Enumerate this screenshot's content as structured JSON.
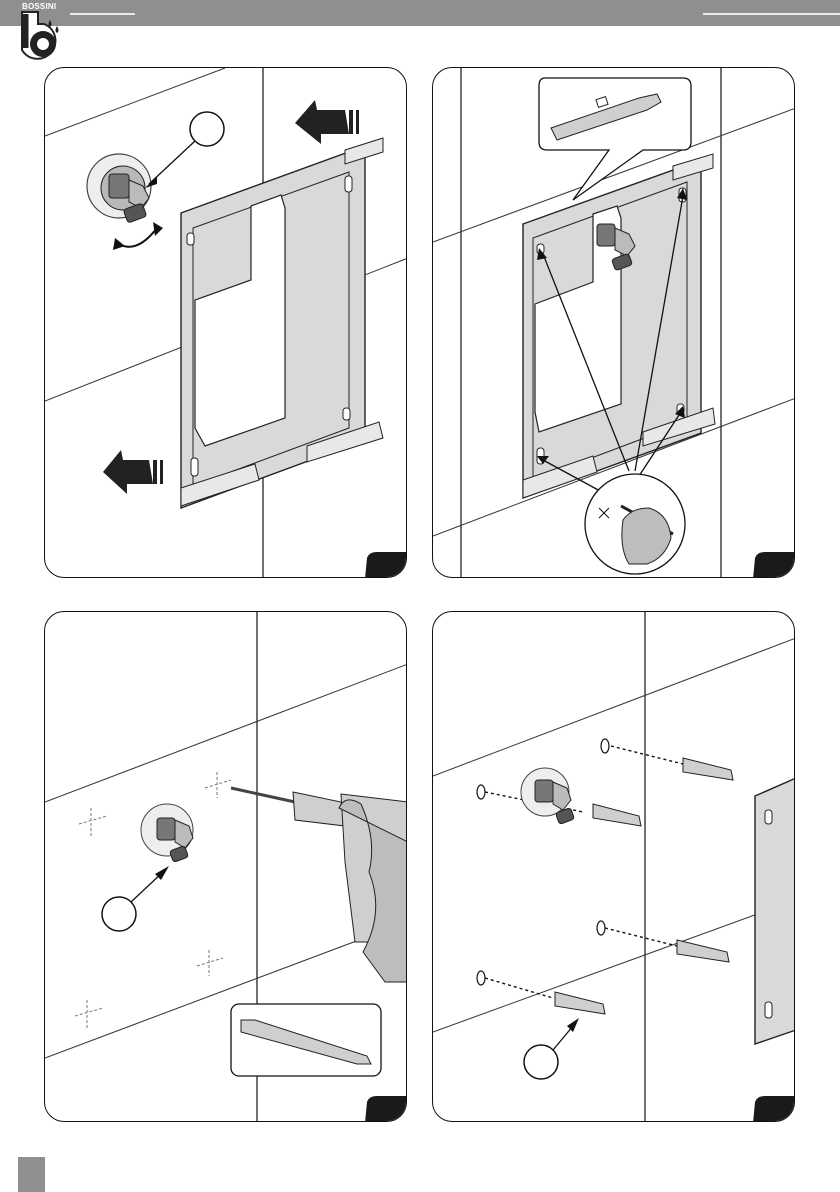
{
  "header": {
    "brand_name": "BOSSINI",
    "logo_letter": "b"
  },
  "panels": [
    {
      "id": "step-1",
      "step_number": "",
      "callout_label": ""
    },
    {
      "id": "step-2",
      "step_number": "",
      "callout_label": ""
    },
    {
      "id": "step-3",
      "step_number": "",
      "callout_label": ""
    },
    {
      "id": "step-4",
      "step_number": "",
      "callout_label": ""
    }
  ],
  "footer": {
    "page_number": ""
  },
  "colors": {
    "header_bar": "#8f8f8f",
    "panel_border": "#111111",
    "plate_fill": "#d9d9d9",
    "glove_fill": "#bdbdbd"
  }
}
